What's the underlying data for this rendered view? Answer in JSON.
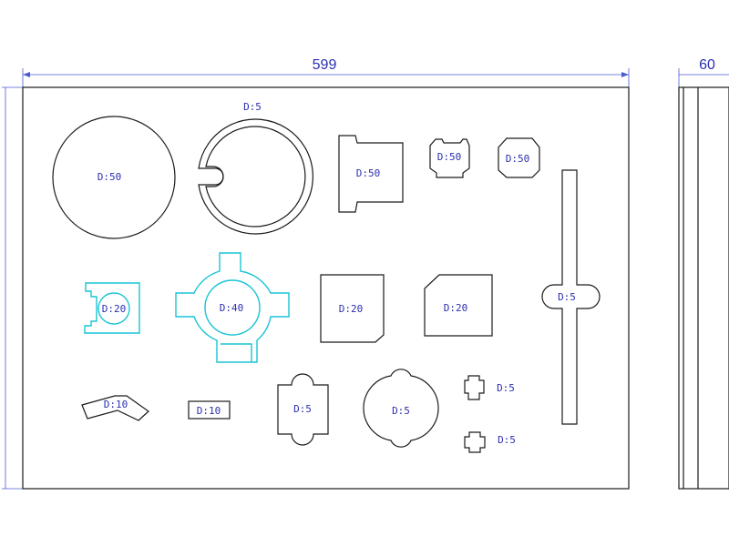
{
  "dimensions": {
    "width_label": "599",
    "thickness_label": "60",
    "height_label_partial": "..."
  },
  "labels": {
    "circle_large": "D:50",
    "ring_top": "D:5",
    "notch_block": "D:50",
    "small_oct_1": "D:50",
    "small_oct_2": "D:50",
    "rail": "D:5",
    "cyan_clip": "D:20",
    "cross_part": "D:40",
    "square_1": "D:20",
    "square_2": "D:20",
    "bent_bar": "D:10",
    "small_rect": "D:10",
    "lug_block": "D:5",
    "round_lug": "D:5",
    "tiny_1": "D:5",
    "tiny_2": "D:5"
  },
  "colors": {
    "outline": "#1a1a1a",
    "cyan": "#19c4d6",
    "dimension": "#4a5bd0",
    "label": "#2a2fb0"
  }
}
